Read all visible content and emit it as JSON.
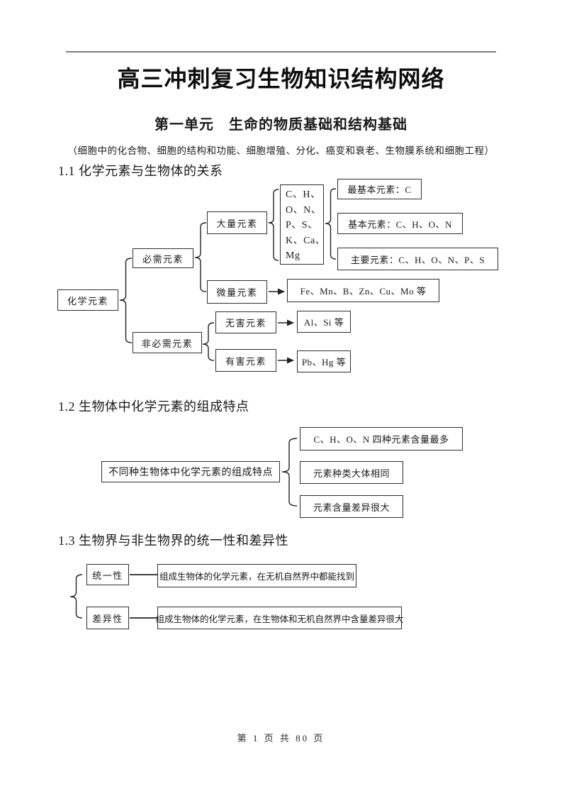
{
  "doc": {
    "title": "高三冲刺复习生物知识结构网络",
    "unit_title": "第一单元　生命的物质基础和结构基础",
    "unit_note": "（细胞中的化合物、细胞的结构和功能、细胞增殖、分化、癌变和衰老、生物膜系统和细胞工程）",
    "footer": "第 1 页 共 80 页"
  },
  "colors": {
    "header_rule": "#7f7f7f",
    "ink": "#1a1a1a",
    "box_border": "#2e2e2e"
  },
  "section1": {
    "heading": "1.1 化学元素与生物体的关系",
    "root": "化学元素",
    "essential": "必需元素",
    "nonessential": "非必需元素",
    "major": "大量元素",
    "trace": "微量元素",
    "major_elements": [
      "C、H、",
      "O、N、",
      "P、S、",
      "K、Ca、",
      "Mg"
    ],
    "most_basic": "最基本元素：C",
    "basic": "基本元素：C、H、O、N",
    "main": "主要元素：C、H、O、N、P、S",
    "trace_elements": "Fe、Mn、B、Zn、Cu、Mo 等",
    "harmless": "无害元素",
    "harmless_elements": "Al、Si 等",
    "harmful": "有害元素",
    "harmful_elements": "Pb、Hg 等"
  },
  "section2": {
    "heading": "1.2 生物体中化学元素的组成特点",
    "root": "不同种生物体中化学元素的组成特点",
    "points": [
      "C、H、O、N 四种元素含量最多",
      "元素种类大体相同",
      "元素含量差异很大"
    ]
  },
  "section3": {
    "heading": "1.3 生物界与非生物界的统一性和差异性",
    "unity_label": "统一性",
    "unity_desc": "组成生物体的化学元素，在无机自然界中都能找到",
    "difference_label": "差异性",
    "difference_desc": "组成生物体的化学元素，在生物体和无机自然界中含量差异很大"
  }
}
